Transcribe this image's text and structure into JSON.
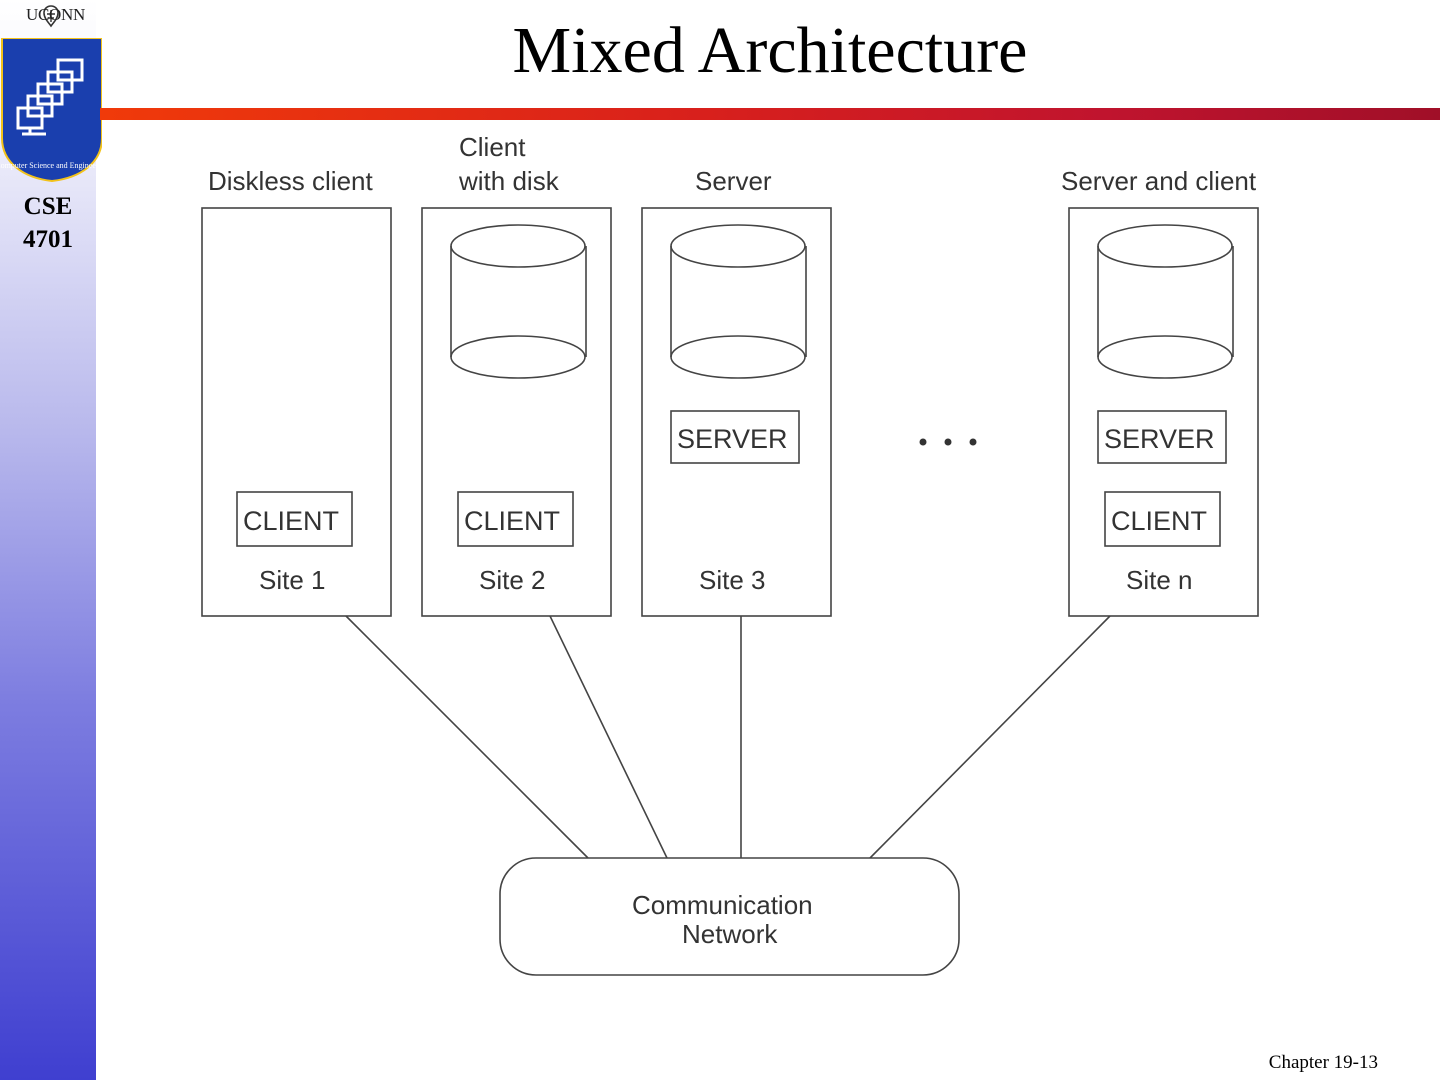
{
  "sidebar": {
    "brand": "UCONN",
    "course_line1": "CSE",
    "course_line2": "4701",
    "logo_text": "Computer Science and Engineering"
  },
  "slide": {
    "title": "Mixed Architecture",
    "footer": "Chapter 19-13"
  },
  "diagram": {
    "sites": [
      {
        "heading": "Diskless client",
        "client_label": "CLIENT",
        "site_label": "Site 1"
      },
      {
        "heading_line1": "Client",
        "heading_line2": "with disk",
        "client_label": "CLIENT",
        "site_label": "Site 2"
      },
      {
        "heading": "Server",
        "server_label": "SERVER",
        "site_label": "Site 3"
      },
      {
        "heading": "Server and client",
        "server_label": "SERVER",
        "client_label": "CLIENT",
        "site_label": "Site n"
      }
    ],
    "network_line1": "Communication",
    "network_line2": "Network",
    "colors": {
      "stroke": "#444444",
      "text": "#333333"
    }
  }
}
